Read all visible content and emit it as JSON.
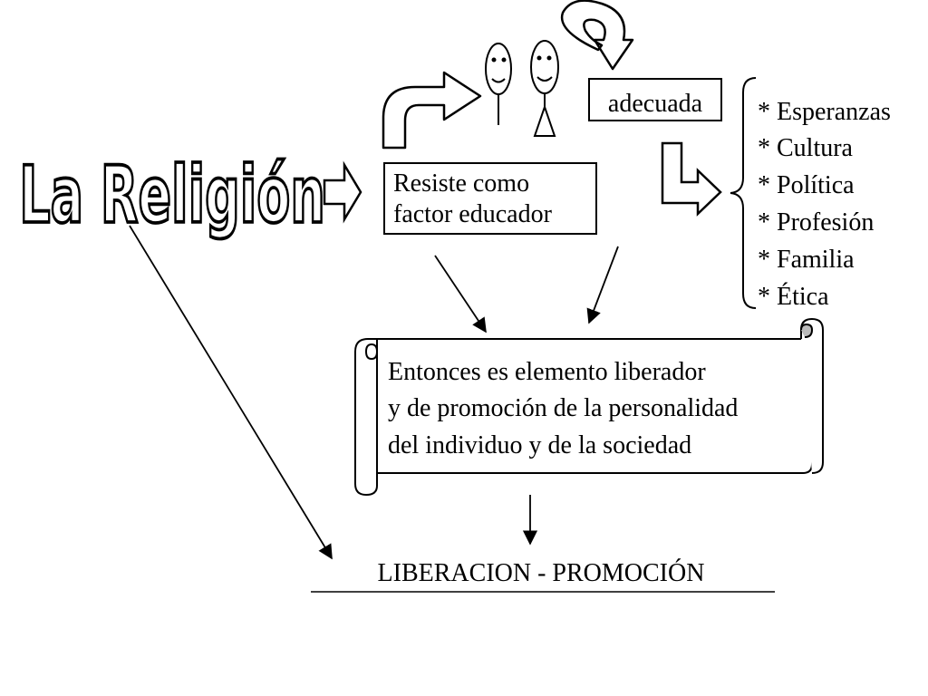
{
  "title": "La Religión",
  "box_resiste": {
    "line1": "Resiste como",
    "line2": "factor educador"
  },
  "box_adecuada": "adecuada",
  "list": [
    "* Esperanzas",
    "* Cultura",
    "* Política",
    "* Profesión",
    "* Familia",
    "* Ética"
  ],
  "scroll_lines": [
    "Entonces es elemento liberador",
    "y de promoción de la personalidad",
    "del individuo y de la sociedad"
  ],
  "bottom_label": "LIBERACION - PROMOCIÓN"
}
